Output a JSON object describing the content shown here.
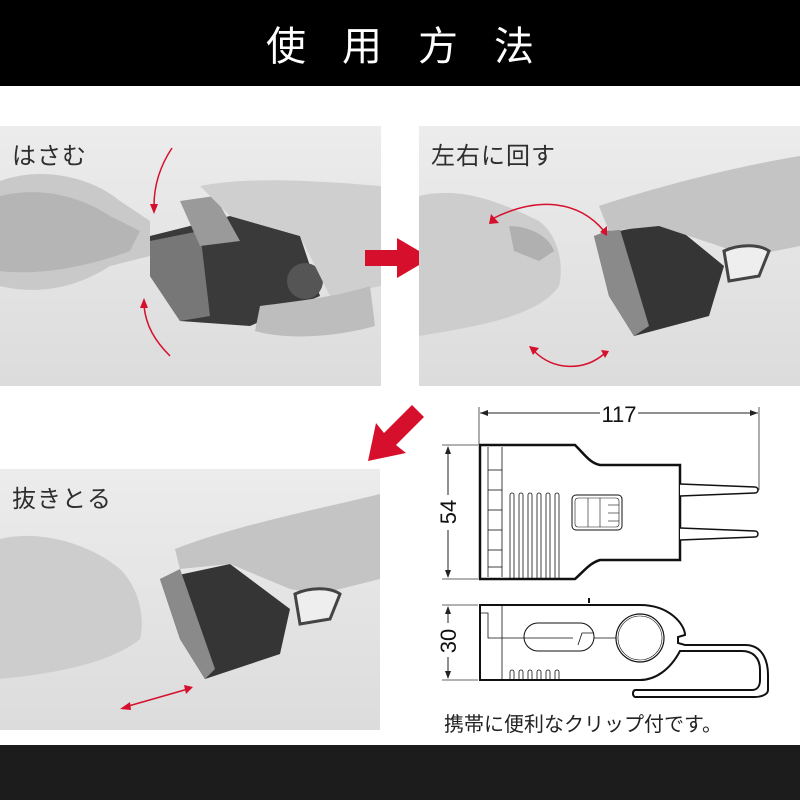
{
  "header": {
    "title": "使用方法"
  },
  "steps": [
    {
      "label": "はさむ",
      "image": "hand-inserting-plug-into-pinch-photo"
    },
    {
      "label": "左右に回す",
      "image": "hand-twisting-plug-left-right-photo"
    },
    {
      "label": "抜きとる",
      "image": "hand-pulling-plug-out-photo"
    }
  ],
  "diagram": {
    "top_view": {
      "width_dim": "117",
      "height_dim": "54"
    },
    "side_view": {
      "height_dim": "30"
    },
    "caption": "携帯に便利なクリップ付です。"
  },
  "colors": {
    "accent_red": "#d6102c",
    "header_bg": "#000000",
    "footer_bg": "#1c1c1c"
  }
}
